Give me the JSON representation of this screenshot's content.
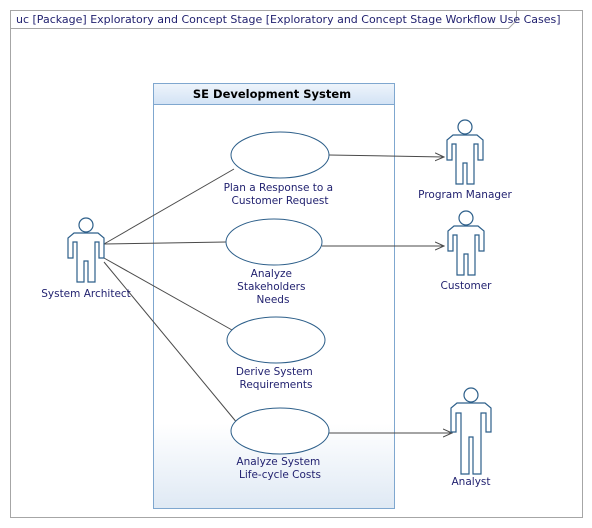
{
  "frame": {
    "title": "uc [Package] Exploratory and Concept Stage [Exploratory and Concept Stage Workflow Use Cases]"
  },
  "system": {
    "title": "SE Development System"
  },
  "use_cases": [
    {
      "id": "uc1",
      "lines": [
        "Plan a Response to a",
        "Customer Request"
      ]
    },
    {
      "id": "uc2",
      "lines": [
        "Analyze",
        "Stakeholders",
        "Needs"
      ]
    },
    {
      "id": "uc3",
      "lines": [
        "Derive System",
        "Requirements"
      ]
    },
    {
      "id": "uc4",
      "lines": [
        "Analyze System",
        "Life-cycle Costs"
      ]
    }
  ],
  "actors": [
    {
      "id": "system-architect",
      "label": "System Architect"
    },
    {
      "id": "program-manager",
      "label": "Program Manager"
    },
    {
      "id": "customer",
      "label": "Customer"
    },
    {
      "id": "analyst",
      "label": "Analyst"
    }
  ],
  "colors": {
    "text": "#1f1f6e",
    "line": "#4a4a4a",
    "frame": "#a6a6a6",
    "system_border": "#7fa7cf",
    "system_header": "#dbe8f7",
    "ellipse_stroke": "#2d5f8a",
    "actor_stroke": "#2d5f8a"
  }
}
